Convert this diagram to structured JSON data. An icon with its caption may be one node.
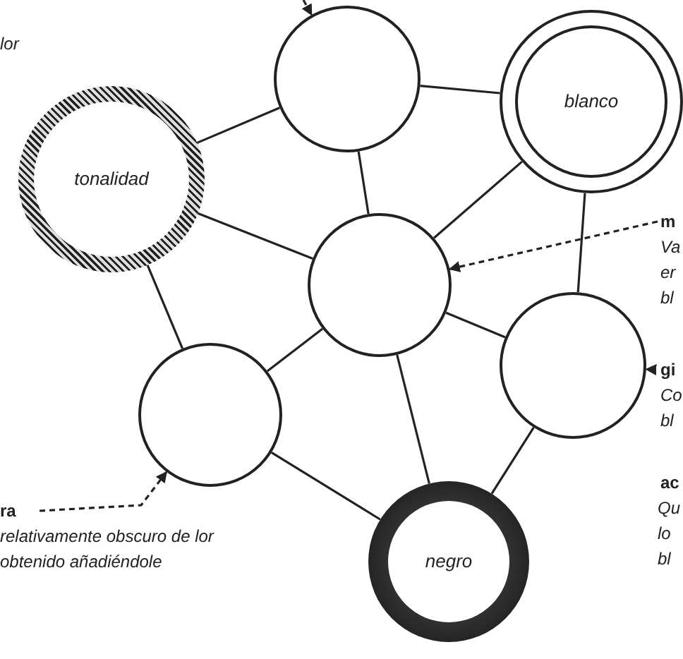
{
  "diagram": {
    "nodes": [
      {
        "text": [],
        "shape": "circle"
      },
      {
        "text": [
          "blanco"
        ]
      },
      {
        "text": [
          "tonalidad"
        ]
      },
      {
        "text": [],
        "shape": "circle"
      },
      {
        "text": [
          "m",
          "Va er bl"
        ]
      },
      {
        "text": [],
        "shape": "circle"
      },
      {
        "text": [
          "gi",
          "Co bl"
        ]
      },
      {
        "text": [],
        "shape": "circle"
      },
      {
        "text": [
          "ra",
          "relativamente obscuro de lor obtenido añadiéndole"
        ]
      },
      {
        "text": [
          "negro"
        ]
      }
    ],
    "edges": [
      {
        "from": 2,
        "to": 0,
        "arrow": "none"
      },
      {
        "from": 0,
        "to": 1,
        "arrow": "none"
      },
      {
        "from": 0,
        "to": 3,
        "arrow": "none"
      },
      {
        "from": 1,
        "to": 3,
        "arrow": "none"
      },
      {
        "from": 1,
        "to": 5,
        "arrow": "none"
      },
      {
        "from": 2,
        "to": 3,
        "arrow": "none"
      },
      {
        "from": 2,
        "to": 7,
        "arrow": "none"
      },
      {
        "from": 3,
        "to": 5,
        "arrow": "none"
      },
      {
        "from": 7,
        "to": 3,
        "arrow": "none"
      },
      {
        "from": 3,
        "to": 9,
        "arrow": "none"
      },
      {
        "from": 7,
        "to": 9,
        "arrow": "none"
      },
      {
        "from": 5,
        "to": 9,
        "arrow": "none"
      },
      {
        "from": null,
        "to": 0,
        "arrow": "to",
        "style": "dashed"
      },
      {
        "from": 4,
        "to": 3,
        "arrow": "to",
        "style": "dashed"
      },
      {
        "from": 6,
        "to": 5,
        "arrow": "to",
        "style": "dashed"
      },
      {
        "from": 8,
        "to": 7,
        "arrow": "to",
        "style": "dashed"
      }
    ],
    "labels": [
      "lor",
      "ac",
      "Qu lo bl"
    ]
  }
}
